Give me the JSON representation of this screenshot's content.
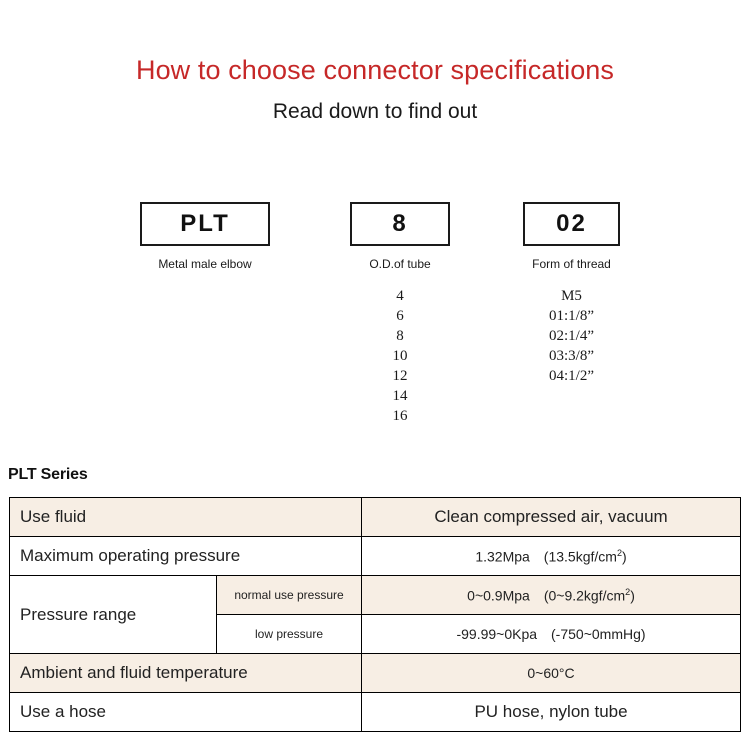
{
  "header": {
    "title": "How to choose connector specifications",
    "subtitle": "Read down to find out"
  },
  "code_breakdown": {
    "segments": [
      {
        "code": "PLT",
        "caption": "Metal male elbow",
        "options": []
      },
      {
        "code": "8",
        "caption": "O.D.of tube",
        "options": [
          "4",
          "6",
          "8",
          "10",
          "12",
          "14",
          "16"
        ]
      },
      {
        "code": "02",
        "caption": "Form of thread",
        "options": [
          "M5",
          "01:1/8”",
          "02:1/4”",
          "03:3/8”",
          "04:1/2”"
        ]
      }
    ]
  },
  "spec_section": {
    "series_label": "PLT Series",
    "rows": [
      {
        "label": "Use fluid",
        "sub_label": null,
        "value": "Clean compressed air, vacuum",
        "value_sup": null,
        "value_tail": null,
        "shaded": true,
        "value_small": false
      },
      {
        "label": "Maximum operating pressure",
        "sub_label": null,
        "value": "1.32Mpa　0(13.5kgf/cm",
        "value_sup": "2",
        "value_tail": ")",
        "shaded": false,
        "value_small": true
      },
      {
        "label": "Pressure range",
        "sub_label": "normal use pressure",
        "value": "0~0.9Mpa　0(0~9.2kgf/cm",
        "value_sup": "2",
        "value_tail": ")",
        "shaded": true,
        "value_small": true
      },
      {
        "label": null,
        "sub_label": "low pressure",
        "value": "-99.99~0Kpa　0(-750~0mmHg)",
        "value_sup": null,
        "value_tail": null,
        "shaded": false,
        "value_small": true
      },
      {
        "label": "Ambient and fluid temperature",
        "sub_label": null,
        "value": "0~60°C",
        "value_sup": null,
        "value_tail": null,
        "shaded": true,
        "value_small": true
      },
      {
        "label": "Use a hose",
        "sub_label": null,
        "value": "PU hose, nylon tube",
        "value_sup": null,
        "value_tail": null,
        "shaded": false,
        "value_small": false
      }
    ]
  },
  "colors": {
    "title_red": "#c62828",
    "table_shade": "#f7eee4",
    "table_border": "#000000",
    "text": "#1a1a1a"
  }
}
